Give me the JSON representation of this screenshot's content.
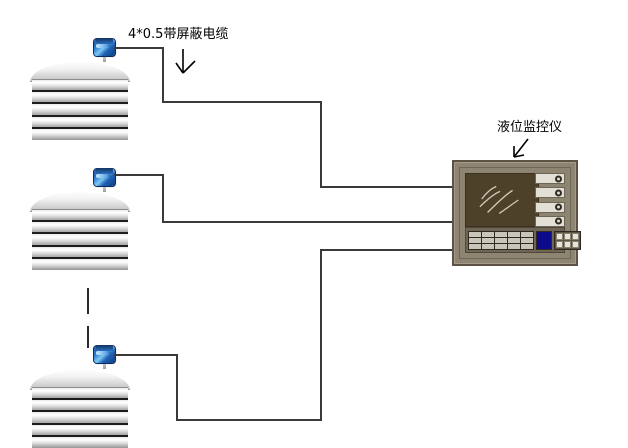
{
  "diagram": {
    "title": "Liquid level monitoring system wiring diagram",
    "background": "#ffffff",
    "cable_color": "#3a3a3a",
    "sensor_color": "#2f7fd6",
    "monitor_bezel_color": "#8d8472",
    "monitor_screen_color": "#4d4129",
    "monitor_blue_display_color": "#0b0b8c"
  },
  "labels": {
    "cable": "4*0.5带屏蔽电缆",
    "monitor": "液位监控仪"
  },
  "tanks": [
    {
      "id": "tank-1",
      "name": "storage-tank-top",
      "bands": 5
    },
    {
      "id": "tank-2",
      "name": "storage-tank-middle",
      "bands": 5
    },
    {
      "id": "tank-3",
      "name": "storage-tank-bottom",
      "bands": 5
    }
  ],
  "sensors": [
    {
      "id": "sensor-1",
      "name": "level-sensor-tank-1"
    },
    {
      "id": "sensor-2",
      "name": "level-sensor-tank-2"
    },
    {
      "id": "sensor-3",
      "name": "level-sensor-tank-3"
    }
  ],
  "monitor": {
    "name": "液位监控仪",
    "led_rows": 4,
    "keypad_keys": 15,
    "keyblock_keys": 6
  },
  "ellipsis": {
    "meaning": "additional tanks omitted",
    "dash_count": 2
  }
}
